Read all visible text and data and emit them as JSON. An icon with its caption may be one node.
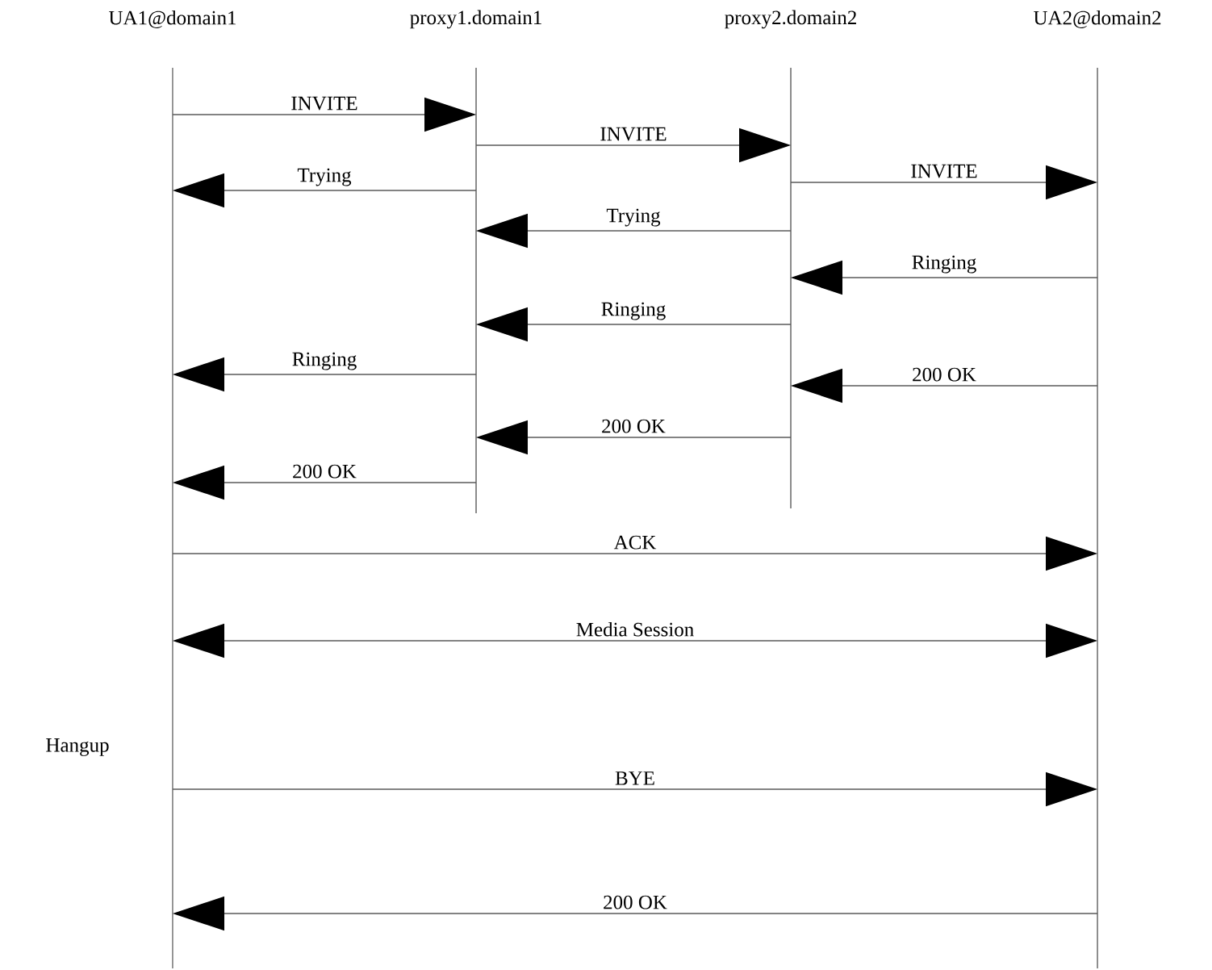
{
  "diagram": {
    "nodes": [
      {
        "text": [
          "UA1@domain1"
        ]
      },
      {
        "text": [
          "proxy1.domain1"
        ]
      },
      {
        "text": [
          "proxy2.domain2"
        ]
      },
      {
        "text": [
          "UA2@domain2"
        ]
      }
    ],
    "edges": [
      {
        "from": 0,
        "to": 1,
        "arrow": "to",
        "label": "INVITE"
      },
      {
        "from": 1,
        "to": 2,
        "arrow": "to",
        "label": "INVITE"
      },
      {
        "from": 1,
        "to": 0,
        "arrow": "to",
        "label": "Trying"
      },
      {
        "from": 2,
        "to": 3,
        "arrow": "to",
        "label": "INVITE"
      },
      {
        "from": 2,
        "to": 1,
        "arrow": "to",
        "label": "Trying"
      },
      {
        "from": 3,
        "to": 2,
        "arrow": "to",
        "label": "Ringing"
      },
      {
        "from": 2,
        "to": 1,
        "arrow": "to",
        "label": "Ringing"
      },
      {
        "from": 1,
        "to": 0,
        "arrow": "to",
        "label": "Ringing"
      },
      {
        "from": 3,
        "to": 2,
        "arrow": "to",
        "label": "200 OK"
      },
      {
        "from": 2,
        "to": 1,
        "arrow": "to",
        "label": "200 OK"
      },
      {
        "from": 1,
        "to": 0,
        "arrow": "to",
        "label": "200 OK"
      },
      {
        "from": 0,
        "to": 3,
        "arrow": "to",
        "label": "ACK"
      },
      {
        "from": 0,
        "to": 3,
        "arrow": "both",
        "label": "Media Session"
      },
      {
        "from": 0,
        "to": 3,
        "arrow": "to",
        "label": "BYE"
      },
      {
        "from": 3,
        "to": 0,
        "arrow": "to",
        "label": "200 OK"
      }
    ],
    "labels": [
      "Hangup"
    ]
  }
}
